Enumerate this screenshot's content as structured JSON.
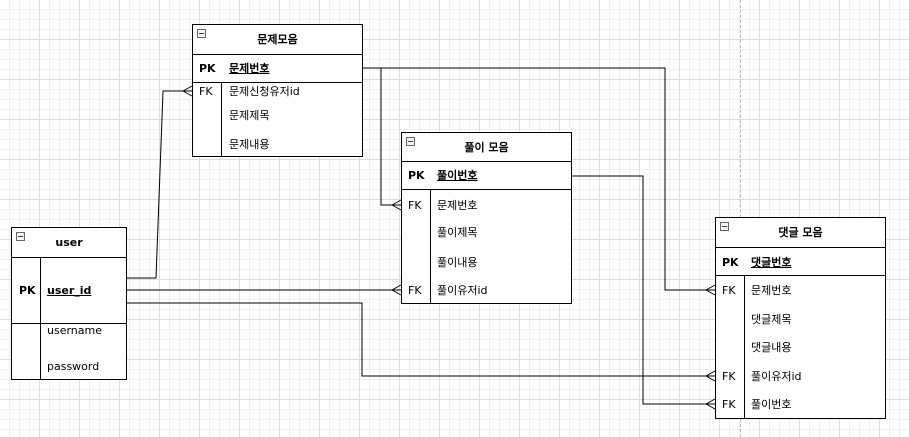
{
  "entities": {
    "problems": {
      "title": "문제모음",
      "pk": {
        "key": "PK",
        "name": "문제번호"
      },
      "rows": [
        {
          "key": "FK",
          "name": "문제신청유저id"
        },
        {
          "key": "",
          "name": "문제제목"
        },
        {
          "key": "",
          "name": "문제내용"
        }
      ]
    },
    "solutions": {
      "title": "풀이 모음",
      "pk": {
        "key": "PK",
        "name": "풀이번호"
      },
      "rows": [
        {
          "key": "FK",
          "name": "문제번호"
        },
        {
          "key": "",
          "name": "풀이제목"
        },
        {
          "key": "",
          "name": "풀이내용"
        },
        {
          "key": "FK",
          "name": "풀이유저id"
        }
      ]
    },
    "user": {
      "title": "user",
      "pk": {
        "key": "PK",
        "name": "user_id"
      },
      "rows": [
        {
          "key": "",
          "name": "username"
        },
        {
          "key": "",
          "name": "password"
        }
      ]
    },
    "comments": {
      "title": "댓글 모음",
      "pk": {
        "key": "PK",
        "name": "댓글번호"
      },
      "rows": [
        {
          "key": "FK",
          "name": "문제번호"
        },
        {
          "key": "",
          "name": "댓글제목"
        },
        {
          "key": "",
          "name": "댓글내용"
        },
        {
          "key": "FK",
          "name": "풀이유저id"
        },
        {
          "key": "FK",
          "name": "풀이번호"
        }
      ]
    }
  }
}
